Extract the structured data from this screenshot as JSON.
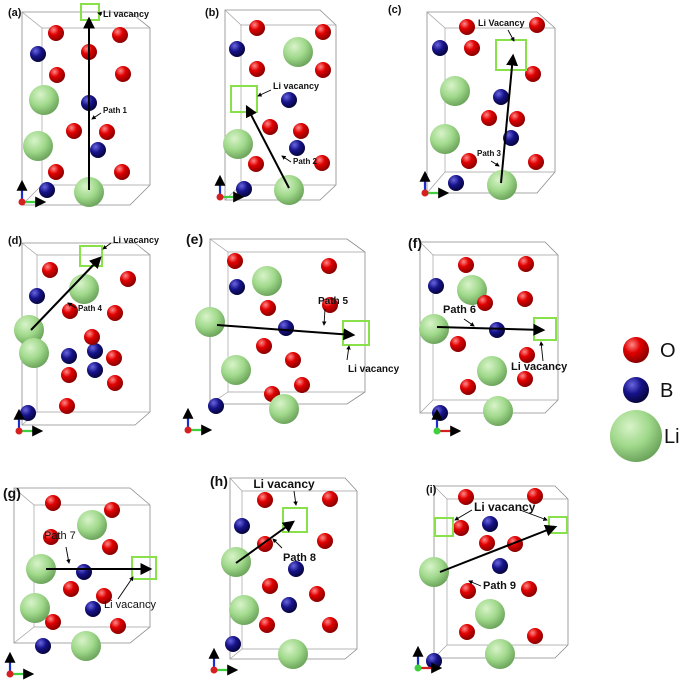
{
  "panels": [
    {
      "id": "a",
      "label": "(a)",
      "path": "Path 1",
      "vacancy": "Li vacancy",
      "axes": "green"
    },
    {
      "id": "b",
      "label": "(b)",
      "path": "Path 2",
      "vacancy": "Li  vacancy",
      "axes": "green"
    },
    {
      "id": "c",
      "label": "(c)",
      "path": "Path 3",
      "vacancy": "Li Vacancy",
      "axes": "green"
    },
    {
      "id": "d",
      "label": "(d)",
      "path": "Path 4",
      "vacancy": "Li vacancy",
      "axes": "green"
    },
    {
      "id": "e",
      "label": "(e)",
      "path": "Path 5",
      "vacancy": "Li vacancy",
      "axes": "green"
    },
    {
      "id": "f",
      "label": "(f)",
      "path": "Path 6",
      "vacancy": "Li vacancy",
      "axes": "red"
    },
    {
      "id": "g",
      "label": "(g)",
      "path": "Path 7",
      "vacancy": "Li vacancy",
      "axes": "green"
    },
    {
      "id": "h",
      "label": "(h)",
      "path": "Path 8",
      "vacancy": "Li vacancy",
      "axes": "green"
    },
    {
      "id": "i",
      "label": "(i)",
      "path": "Path 9",
      "vacancy": "Li vacancy",
      "axes": "red"
    }
  ],
  "legend": [
    {
      "label": "O",
      "color": "#e00000"
    },
    {
      "label": "B",
      "color": "#16138a"
    },
    {
      "label": "Li",
      "color": "#9fd88a"
    }
  ],
  "colors": {
    "O": "#e00000",
    "B": "#16138a",
    "Li": "#9fd88a",
    "vacancy": "#88e04a",
    "arrow": "#000000"
  }
}
